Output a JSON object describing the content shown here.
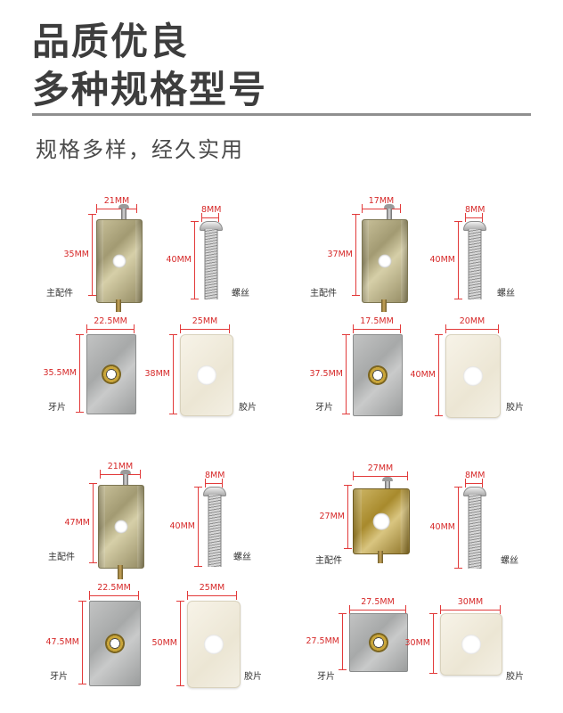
{
  "header": {
    "title_line1": "品质优良",
    "title_line2": "多种规格型号",
    "subtitle": "规格多样，经久实用"
  },
  "colors": {
    "title": "#3d3d3d",
    "dimension": "#d62828",
    "divider": "#8f8f8f"
  },
  "groups": [
    {
      "bracket": {
        "width": "21MM",
        "height": "35MM",
        "caption": "主配件"
      },
      "screw": {
        "width": "8MM",
        "height": "40MM",
        "caption": "螺丝"
      },
      "nut_plate": {
        "width": "22.5MM",
        "height": "35.5MM",
        "caption": "牙片"
      },
      "rubber_pad": {
        "width": "25MM",
        "height": "38MM",
        "caption": "胶片"
      }
    },
    {
      "bracket": {
        "width": "17MM",
        "height": "37MM",
        "caption": "主配件"
      },
      "screw": {
        "width": "8MM",
        "height": "40MM",
        "caption": "螺丝"
      },
      "nut_plate": {
        "width": "17.5MM",
        "height": "37.5MM",
        "caption": "牙片"
      },
      "rubber_pad": {
        "width": "20MM",
        "height": "40MM",
        "caption": "胶片"
      }
    },
    {
      "bracket": {
        "width": "21MM",
        "height": "47MM",
        "caption": "主配件"
      },
      "screw": {
        "width": "8MM",
        "height": "40MM",
        "caption": "螺丝"
      },
      "nut_plate": {
        "width": "22.5MM",
        "height": "47.5MM",
        "caption": "牙片"
      },
      "rubber_pad": {
        "width": "25MM",
        "height": "50MM",
        "caption": "胶片"
      }
    },
    {
      "bracket": {
        "width": "27MM",
        "height": "27MM",
        "caption": "主配件"
      },
      "screw": {
        "width": "8MM",
        "height": "40MM",
        "caption": "螺丝"
      },
      "nut_plate": {
        "width": "27.5MM",
        "height": "27.5MM",
        "caption": "牙片"
      },
      "rubber_pad": {
        "width": "30MM",
        "height": "30MM",
        "caption": "胶片"
      }
    }
  ]
}
